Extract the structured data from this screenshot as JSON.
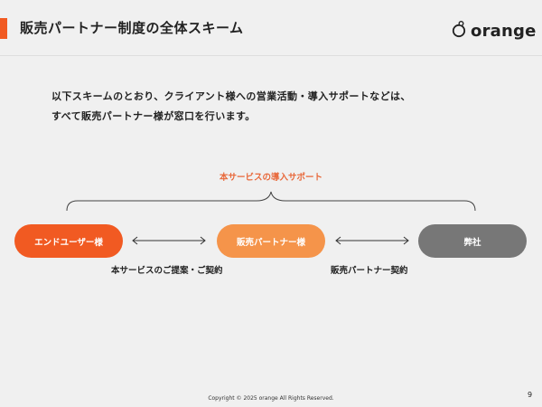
{
  "header": {
    "title": "販売パートナー制度の全体スキーム",
    "logo_text": "orange",
    "accent_color": "#f15a22"
  },
  "intro": {
    "line1": "以下スキームのとおり、クライアント様への営業活動・導入サポートなどは、",
    "line2": "すべて販売パートナー様が窓口を行います。"
  },
  "diagram": {
    "brace_label": "本サービスの導入サポート",
    "nodes": [
      {
        "label": "エンドユーザー様",
        "color": "#f15a22"
      },
      {
        "label": "販売パートナー様",
        "color": "#f5944a"
      },
      {
        "label": "弊社",
        "color": "#777777"
      }
    ],
    "relations": [
      {
        "label": "本サービスのご提案・ご契約"
      },
      {
        "label": "販売パートナー契約"
      }
    ]
  },
  "footer": {
    "copyright": "Copyright © 2025 orange All Rights Reserved.",
    "page_number": "9"
  }
}
